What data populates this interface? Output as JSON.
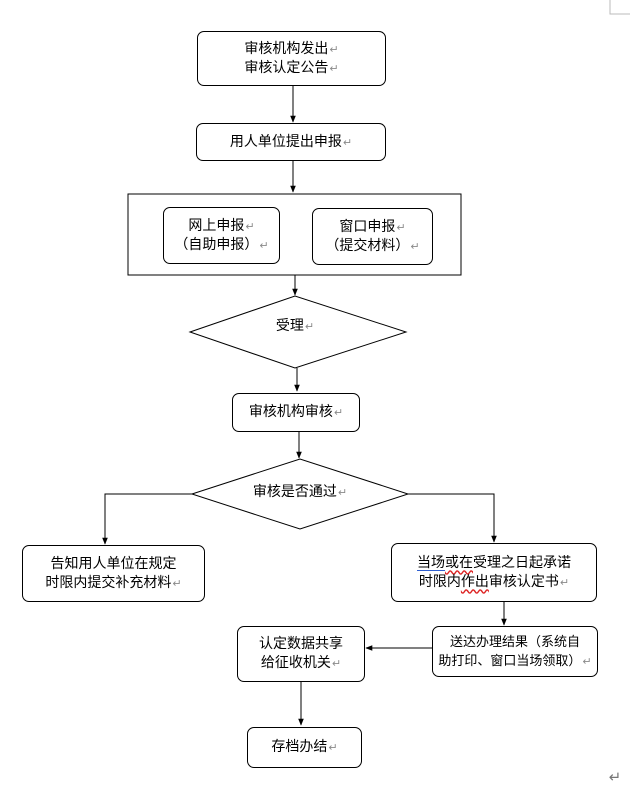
{
  "nodes": {
    "n1": {
      "line1": "审核机构发出",
      "line2": "审核认定公告"
    },
    "n2": {
      "line1": "用人单位提出申报"
    },
    "n3a": {
      "line1": "网上申报",
      "line2": "（自助申报）"
    },
    "n3b": {
      "line1": "窗口申报",
      "line2": "（提交材料）"
    },
    "n4": {
      "line1": "受理"
    },
    "n5": {
      "line1": "审核机构审核"
    },
    "n6": {
      "line1": "审核是否通过"
    },
    "n7l": {
      "line1": "告知用人单位在规定",
      "line2": "时限内提交补充材料"
    },
    "n7r": {
      "line1_a": "当场",
      "line1_b": "或在",
      "line1_c": "受理之日起承诺",
      "line2_a": "时限内",
      "line2_b": "作出",
      "line2_c": "审核认定书"
    },
    "n8r": {
      "line1": "送达办理结果（系统自",
      "line2": "助打印、窗口当场领取）"
    },
    "n8l": {
      "line1": "认定数据共享",
      "line2": "给征收机关"
    },
    "n9": {
      "line1": "存档办结"
    }
  },
  "marks": {
    "paragraph": "↵"
  }
}
